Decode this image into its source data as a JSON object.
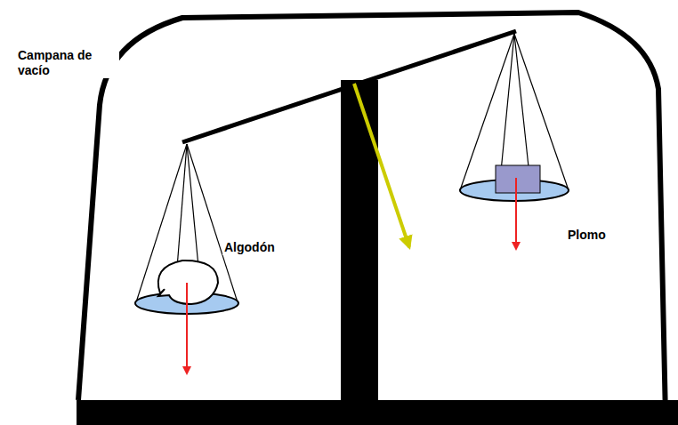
{
  "diagram": {
    "labels": [
      "Campana de vacío",
      "Algodón",
      "Plomo"
    ]
  }
}
